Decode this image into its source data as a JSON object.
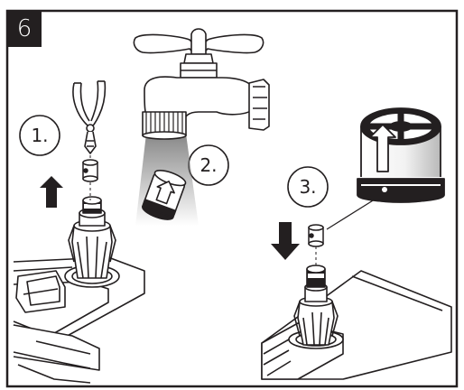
{
  "step_number": "6",
  "callouts": [
    "1.",
    "2.",
    "3."
  ],
  "colors": {
    "ink": "#231f20",
    "paper": "#ffffff",
    "shadow": "#9c9c9c"
  }
}
